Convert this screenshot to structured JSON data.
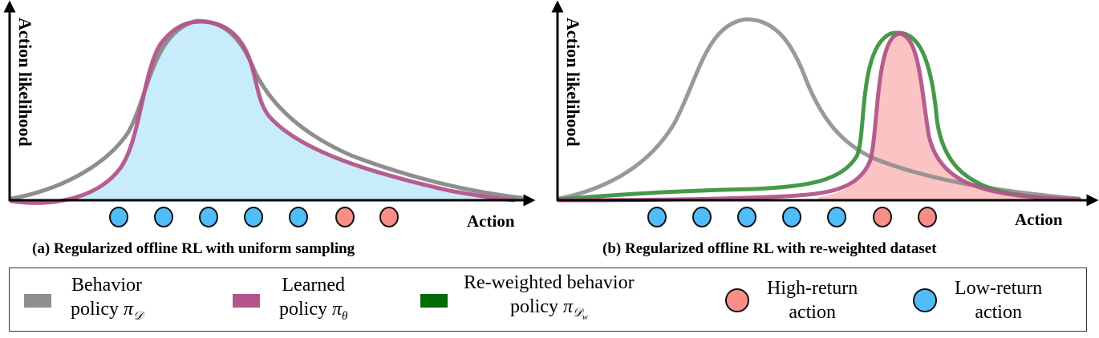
{
  "figure": {
    "panel_a": {
      "ylabel": "Action likelihood",
      "xlabel": "Action",
      "caption": "(a) Regularized offline RL with uniform sampling",
      "fill_color": "#c9ecfb",
      "actions": [
        "low",
        "low",
        "low",
        "low",
        "low",
        "high",
        "high"
      ]
    },
    "panel_b": {
      "ylabel": "Action likelihood",
      "xlabel": "Action",
      "caption": "(b) Regularized offline RL with re-weighted dataset",
      "fill_color": "#fbc3c3",
      "actions": [
        "low",
        "low",
        "low",
        "low",
        "low",
        "high",
        "high"
      ]
    }
  },
  "colors": {
    "behavior": "#8e8e8e",
    "learned": "#b3558a",
    "reweighted": "#3d9440",
    "reweighted_swatch": "#036b03",
    "high_return": "#f98e86",
    "low_return": "#4fbdf9"
  },
  "legend": {
    "behavior": {
      "line1": "Behavior",
      "line2": "policy ",
      "symbol": "π",
      "sub": "𝒟"
    },
    "learned": {
      "line1": "Learned",
      "line2": "policy ",
      "symbol": "π",
      "sub": "θ"
    },
    "reweighted": {
      "line1": "Re-weighted behavior",
      "line2": "policy ",
      "symbol": "π",
      "sub": "𝒟",
      "subsub": "w"
    },
    "high": {
      "line1": "High-return",
      "line2": "action"
    },
    "low": {
      "line1": "Low-return",
      "line2": "action"
    }
  },
  "chart_data": [
    {
      "type": "line",
      "title": "(a) Regularized offline RL with uniform sampling",
      "xlabel": "Action",
      "ylabel": "Action likelihood",
      "series": [
        {
          "name": "Behavior policy π_D",
          "shape": "unimodal, right-skewed",
          "peak_x_fraction": 0.36,
          "peak_height_fraction": 0.92
        },
        {
          "name": "Learned policy π_θ",
          "shape": "unimodal, matches behavior, slightly narrower",
          "peak_x_fraction": 0.36,
          "peak_height_fraction": 0.91
        }
      ],
      "actions": {
        "low_return_count": 5,
        "high_return_count": 2,
        "order": [
          "low",
          "low",
          "low",
          "low",
          "low",
          "high",
          "high"
        ]
      }
    },
    {
      "type": "line",
      "title": "(b) Regularized offline RL with re-weighted dataset",
      "xlabel": "Action",
      "ylabel": "Action likelihood",
      "series": [
        {
          "name": "Behavior policy π_D",
          "shape": "unimodal, right-skewed",
          "peak_x_fraction": 0.36,
          "peak_height_fraction": 0.93
        },
        {
          "name": "Re-weighted behavior policy π_Dw",
          "shape": "sharp peak over high-return actions",
          "peak_x_fraction": 0.64,
          "peak_height_fraction": 0.86
        },
        {
          "name": "Learned policy π_θ",
          "shape": "sharp peak over high-return actions, narrower",
          "peak_x_fraction": 0.64,
          "peak_height_fraction": 0.85
        }
      ],
      "actions": {
        "low_return_count": 5,
        "high_return_count": 2,
        "order": [
          "low",
          "low",
          "low",
          "low",
          "low",
          "high",
          "high"
        ]
      }
    }
  ]
}
